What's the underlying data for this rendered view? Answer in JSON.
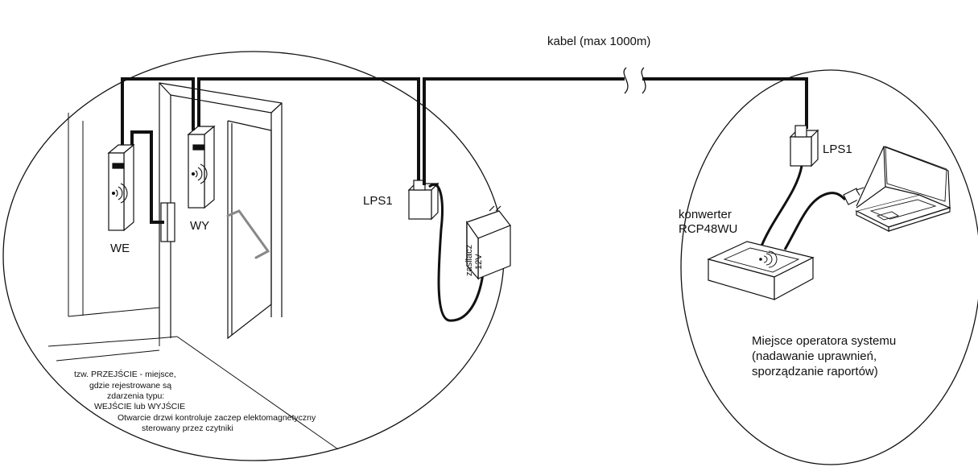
{
  "labels": {
    "cable": "kabel  (max 1000m)",
    "reader_in": "WE",
    "reader_out": "WY",
    "lps_left": "LPS1",
    "lps_right": "LPS1",
    "power_supply_line1": "zasilacz",
    "power_supply_line2": "12V",
    "converter_line1": "konwerter",
    "converter_line2": "RCP48WU",
    "operator_line1": "Miejsce operatora systemu",
    "operator_line2": "(nadawanie uprawnień,",
    "operator_line3": "sporządzanie raportów)",
    "passage_line1": "tzw. PRZEJŚCIE - miejsce,",
    "passage_line2": "gdzie rejestrowane są",
    "passage_line3": "zdarzenia typu:",
    "passage_line4": "WEJŚCIE  lub  WYJŚCIE",
    "passage_line5": "Otwarcie drzwi kontroluje zaczep elektomagnetyczny",
    "passage_line6": "sterowany przez czytniki"
  },
  "colors": {
    "line": "#111111",
    "handle": "#888888",
    "background": "#ffffff"
  },
  "icons": [
    "card-reader-icon",
    "rfid-waves-icon",
    "electromagnetic-lock-icon",
    "door-handle-icon",
    "power-adapter-icon",
    "laptop-icon",
    "usb-plug-icon",
    "cable-break-icon"
  ]
}
